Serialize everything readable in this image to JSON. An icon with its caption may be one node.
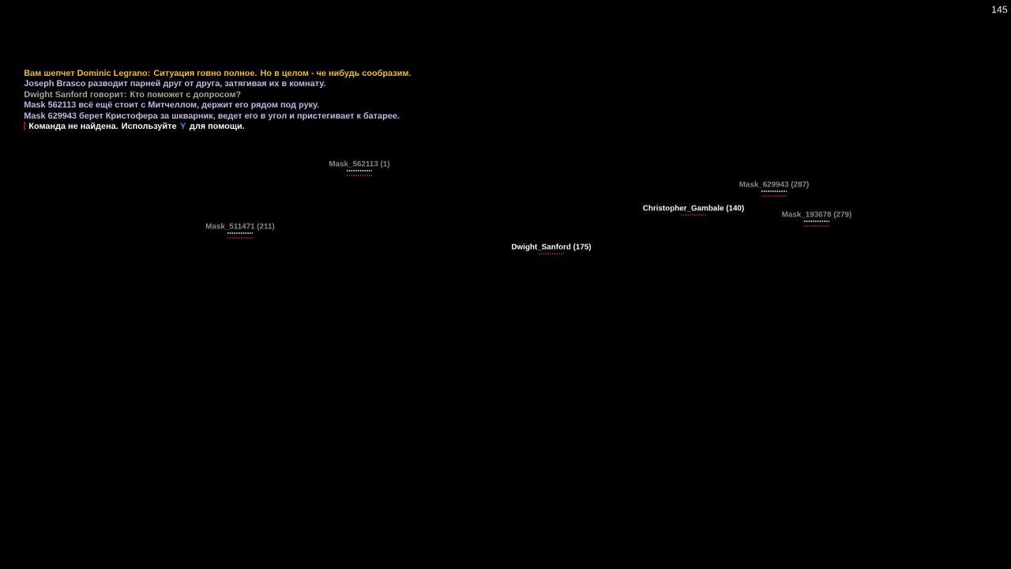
{
  "diagram": {
    "labels": [
      "145",
      "Вам шепчет Dominic Legrano: Ситуация говно полное. Но в целом - че нибудь сообразим.",
      "Joseph Brasco разводит парней друг от друга, затягивая их в комнату.",
      "Dwight Sanford говорит: Кто поможет с допросом?",
      "Mask 562113 всё ещё стоит с Митчеллом, держит его рядом под руку.",
      "Mask 629943 берет Кристофера за шкварник, ведет его в угол и пристегивает к батарее.",
      "Команда не найдена. Используйте",
      "Y",
      "для помощи.",
      "Mask_562113 (1)",
      "Mask_629943 (287)",
      "Christopher_Gambale (140)",
      "Mask_193678 (279)",
      "Mask_511471 (211)",
      "Dwight_Sanford (175)"
    ]
  }
}
